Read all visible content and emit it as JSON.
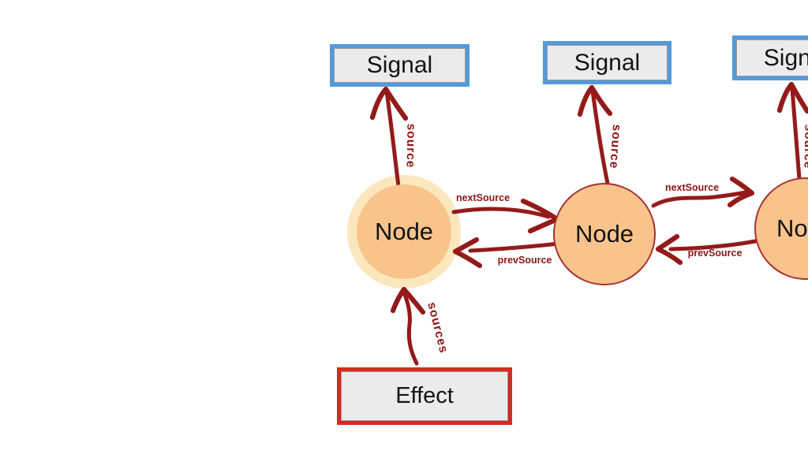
{
  "colors": {
    "background": "#ffffff",
    "arrow_red": "#941a1a",
    "edge_label_red": "#8e1515",
    "signal_border_blue": "#549ad8",
    "effect_border_red": "#d32b22",
    "box_fill_gray": "#ebebeb",
    "node_fill_orange": "#f8c48c",
    "node_halo_cream": "#fbe7bd",
    "node_border_red": "#a93030",
    "shape_text_black": "#141414"
  },
  "diagram": {
    "signals": [
      {
        "label": "Signal"
      },
      {
        "label": "Signal"
      },
      {
        "label": "Signal"
      }
    ],
    "nodes": [
      {
        "label": "Node",
        "highlighted": true
      },
      {
        "label": "Node",
        "highlighted": false
      },
      {
        "label": "Node",
        "highlighted": false
      }
    ],
    "effect": {
      "label": "Effect"
    },
    "edges": [
      {
        "name": "source-1",
        "label": "source",
        "from": "node-1",
        "to": "signal-1"
      },
      {
        "name": "source-2",
        "label": "source",
        "from": "node-2",
        "to": "signal-2"
      },
      {
        "name": "source-3",
        "label": "source",
        "from": "node-3",
        "to": "signal-3"
      },
      {
        "name": "nextSource-1",
        "label": "nextSource",
        "from": "node-1",
        "to": "node-2"
      },
      {
        "name": "nextSource-2",
        "label": "nextSource",
        "from": "node-2",
        "to": "node-3"
      },
      {
        "name": "prevSource-1",
        "label": "prevSource",
        "from": "node-2",
        "to": "node-1"
      },
      {
        "name": "prevSource-2",
        "label": "prevSource",
        "from": "node-3",
        "to": "node-2"
      },
      {
        "name": "sources",
        "label": "sources",
        "from": "effect",
        "to": "node-1"
      }
    ]
  }
}
